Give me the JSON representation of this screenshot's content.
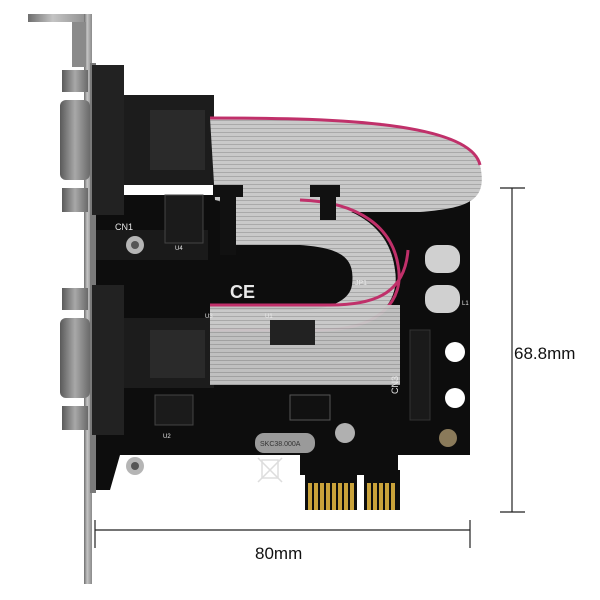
{
  "product": {
    "board_labels": {
      "cn1": "CN1",
      "cn3": "CN3",
      "crystal": "SKC38.000A",
      "ce": "CE",
      "u1": "U1",
      "u2": "U2",
      "u3": "U3",
      "u4": "U4",
      "l1": "L1",
      "jp": "JP1"
    }
  },
  "dimensions": {
    "height": "68.8mm",
    "width": "80mm"
  },
  "colors": {
    "pcb": "#0c0c0c",
    "bracket": "#9a9a9a",
    "ribbon": "#b8b8b8",
    "ribbon_stripe": "#c0306a",
    "gold": "#c9a23a"
  }
}
